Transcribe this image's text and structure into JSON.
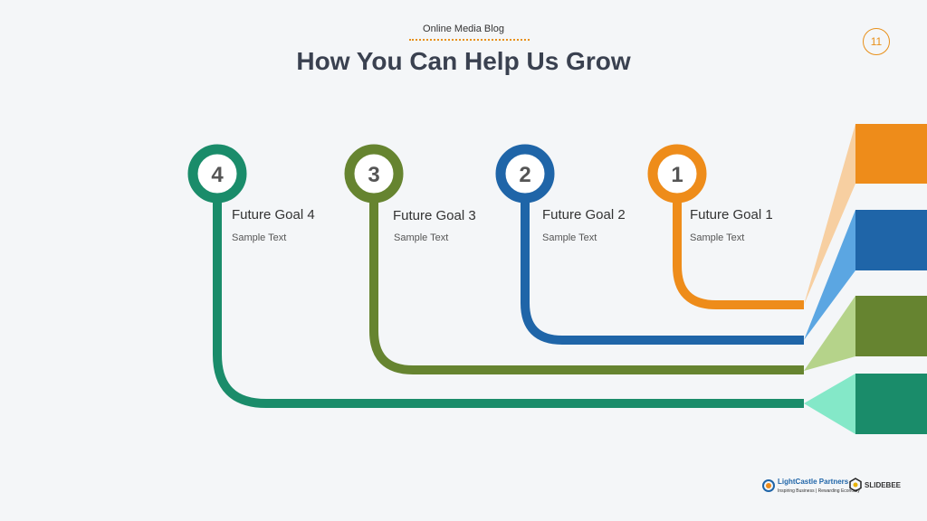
{
  "header": {
    "blog_label": "Online Media Blog",
    "title": "How You Can Help Us Grow",
    "page_number": "11"
  },
  "goals": [
    {
      "number": "4",
      "title": "Future Goal 4",
      "text": "Sample Text",
      "color": "#1a8c6a",
      "tip_color": "#84e8c8"
    },
    {
      "number": "3",
      "title": "Future Goal 3",
      "text": "Sample Text",
      "color": "#668430",
      "tip_color": "#b5d38a"
    },
    {
      "number": "2",
      "title": "Future Goal 2",
      "text": "Sample Text",
      "color": "#1f65a8",
      "tip_color": "#5ba6e2"
    },
    {
      "number": "1",
      "title": "Future Goal 1",
      "text": "Sample Text",
      "color": "#ee8c1a",
      "tip_color": "#f7cfa1"
    }
  ],
  "footer": {
    "logo1": {
      "name": "LightCastle Partners",
      "tagline": "Inspiring Business | Rewarding Economy"
    },
    "logo2": {
      "name": "SLIDEBEE"
    }
  }
}
